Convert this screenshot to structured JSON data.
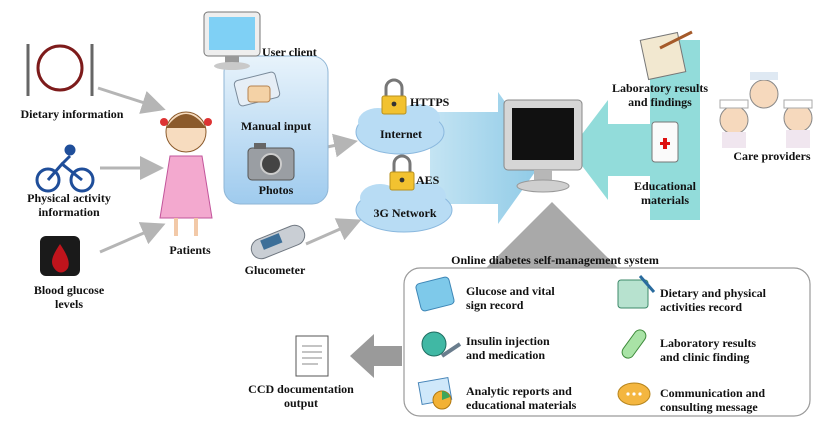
{
  "inputs": {
    "dietary": "Dietary information",
    "physical_line1": "Physical activity",
    "physical_line2": "information",
    "glucose_line1": "Blood glucose",
    "glucose_line2": "levels"
  },
  "patients": "Patients",
  "client": {
    "user_client": "User client",
    "manual_input": "Manual input",
    "photos": "Photos"
  },
  "glucometer": "Glucometer",
  "network": {
    "https": "HTTPS",
    "internet": "Internet",
    "aes": "AES",
    "g3": "3G Network"
  },
  "providers": {
    "lab_line1": "Laboratory results",
    "lab_line2": "and findings",
    "edu_line1": "Educational",
    "edu_line2": "materials",
    "care": "Care providers"
  },
  "system_title": "Online diabetes self-management system",
  "features": [
    {
      "line1": "Glucose and vital",
      "line2": "sign record",
      "icon": "glucose-record-icon"
    },
    {
      "line1": "Dietary and physical",
      "line2": "activities record",
      "icon": "diet-record-icon"
    },
    {
      "line1": "Insulin injection",
      "line2": "and medication",
      "icon": "insulin-icon"
    },
    {
      "line1": "Laboratory results",
      "line2": "and clinic finding",
      "icon": "test-tube-icon"
    },
    {
      "line1": "Analytic reports and",
      "line2": "educational materials",
      "icon": "report-chart-icon"
    },
    {
      "line1": "Communication and",
      "line2": "consulting message",
      "icon": "chat-bubble-icon"
    }
  ],
  "ccd_line1": "CCD documentation",
  "ccd_line2": "output",
  "colors": {
    "cloud": "#b8dcf4",
    "arrow": "#9fd3ea",
    "teal": "#7fd6d4",
    "panel": "#d4e9f7",
    "gray": "#b0b0b0"
  }
}
